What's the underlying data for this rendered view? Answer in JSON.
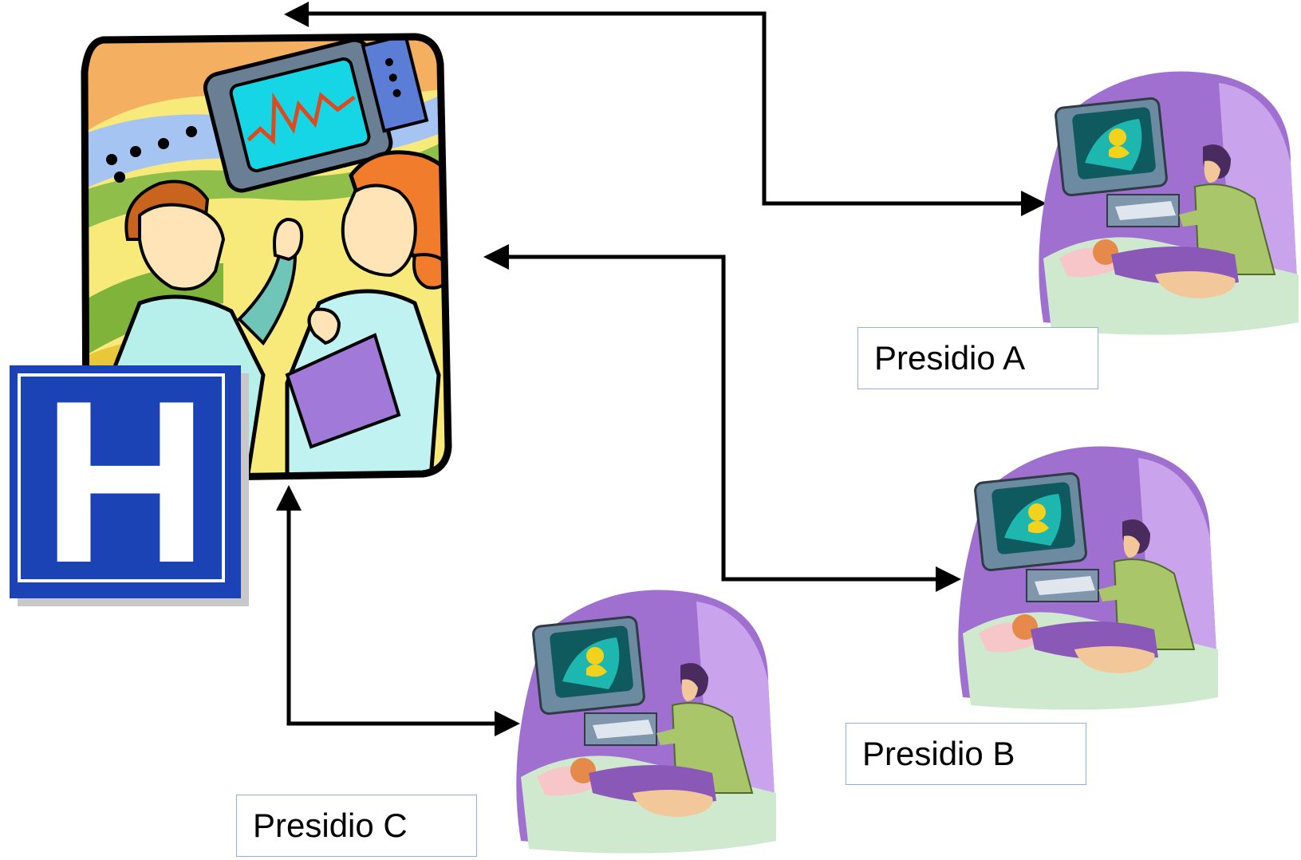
{
  "hospital_sign": {
    "letter": "H"
  },
  "sites": [
    {
      "label": "Presidio A"
    },
    {
      "label": "Presidio B"
    },
    {
      "label": "Presidio C"
    }
  ],
  "colors": {
    "sign_blue": "#1c43b6",
    "label_border": "#8fb0e6",
    "arrow": "#000000",
    "monitor_screen": "#16d6e6",
    "scene_purple": "#a070d0"
  },
  "icons": {
    "hospital_scene": "doctors-monitor-illustration",
    "ultrasound_scene": "ultrasound-exam-illustration"
  }
}
